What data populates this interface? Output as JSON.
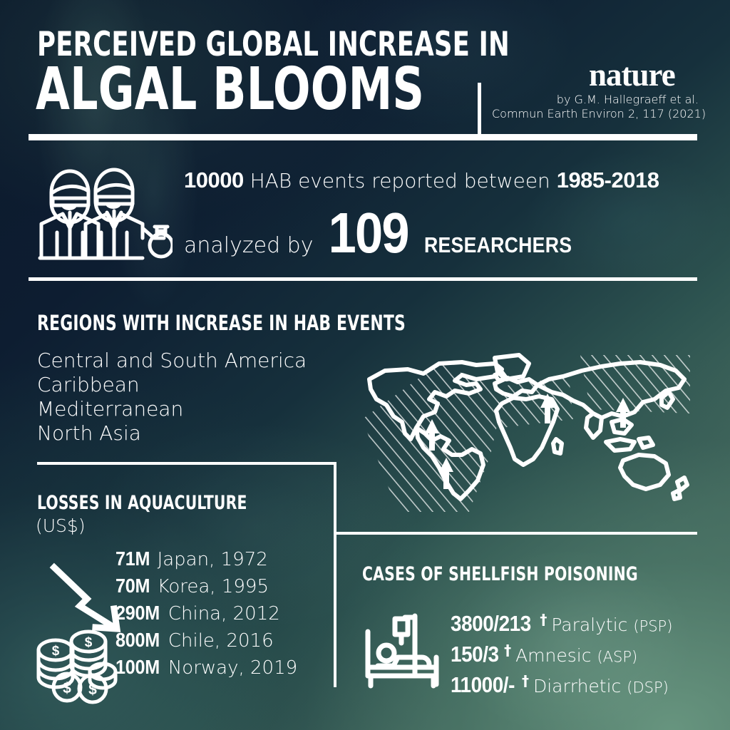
{
  "header": {
    "title_line1": "PERCEIVED GLOBAL INCREASE IN",
    "title_line2": "ALGAL BLOOMS",
    "brand": "nature",
    "citation_line1": "by G.M. Hallegraeff et al.",
    "citation_line2": "Commun Earth Environ 2, 117 (2021)"
  },
  "stats": {
    "events_count": "10000",
    "events_text": " HAB events reported between ",
    "events_years": "1985-2018",
    "analyzed_by_label": "analyzed by",
    "researchers_count": "109",
    "researchers_label": "RESEARCHERS"
  },
  "regions": {
    "heading": "REGIONS WITH INCREASE IN HAB EVENTS",
    "items": [
      "Central and South America",
      "Caribbean",
      "Mediterranean",
      "North Asia"
    ]
  },
  "losses": {
    "heading": "LOSSES IN AQUACULTURE",
    "unit": "(US$)",
    "rows": [
      {
        "amount": "71M",
        "place": "Japan, 1972"
      },
      {
        "amount": "70M",
        "place": "Korea, 1995"
      },
      {
        "amount": "290M",
        "place": "China, 2012"
      },
      {
        "amount": "800M",
        "place": "Chile, 2016"
      },
      {
        "amount": "100M",
        "place": "Norway, 2019"
      }
    ]
  },
  "shellfish": {
    "heading": "CASES OF SHELLFISH POISONING",
    "rows": [
      {
        "count": "3800/213",
        "dagger": "†",
        "name": "Paralytic",
        "abbr": "(PSP)"
      },
      {
        "count": "150/3",
        "dagger": "†",
        "name": "Amnesic",
        "abbr": "(ASP)"
      },
      {
        "count": "11000/-",
        "dagger": "†",
        "name": "Diarrhetic",
        "abbr": "(DSP)"
      }
    ]
  },
  "icons": {
    "scientists": "scientists-icon",
    "world_map": "world-map-icon",
    "coins": "coins-icon",
    "down_arrow": "down-arrow-icon",
    "hospital_bed": "hospital-bed-icon"
  },
  "colors": {
    "foreground": "#ffffff",
    "bg_dark": "#0c1a2c",
    "bg_green": "#587a68"
  }
}
